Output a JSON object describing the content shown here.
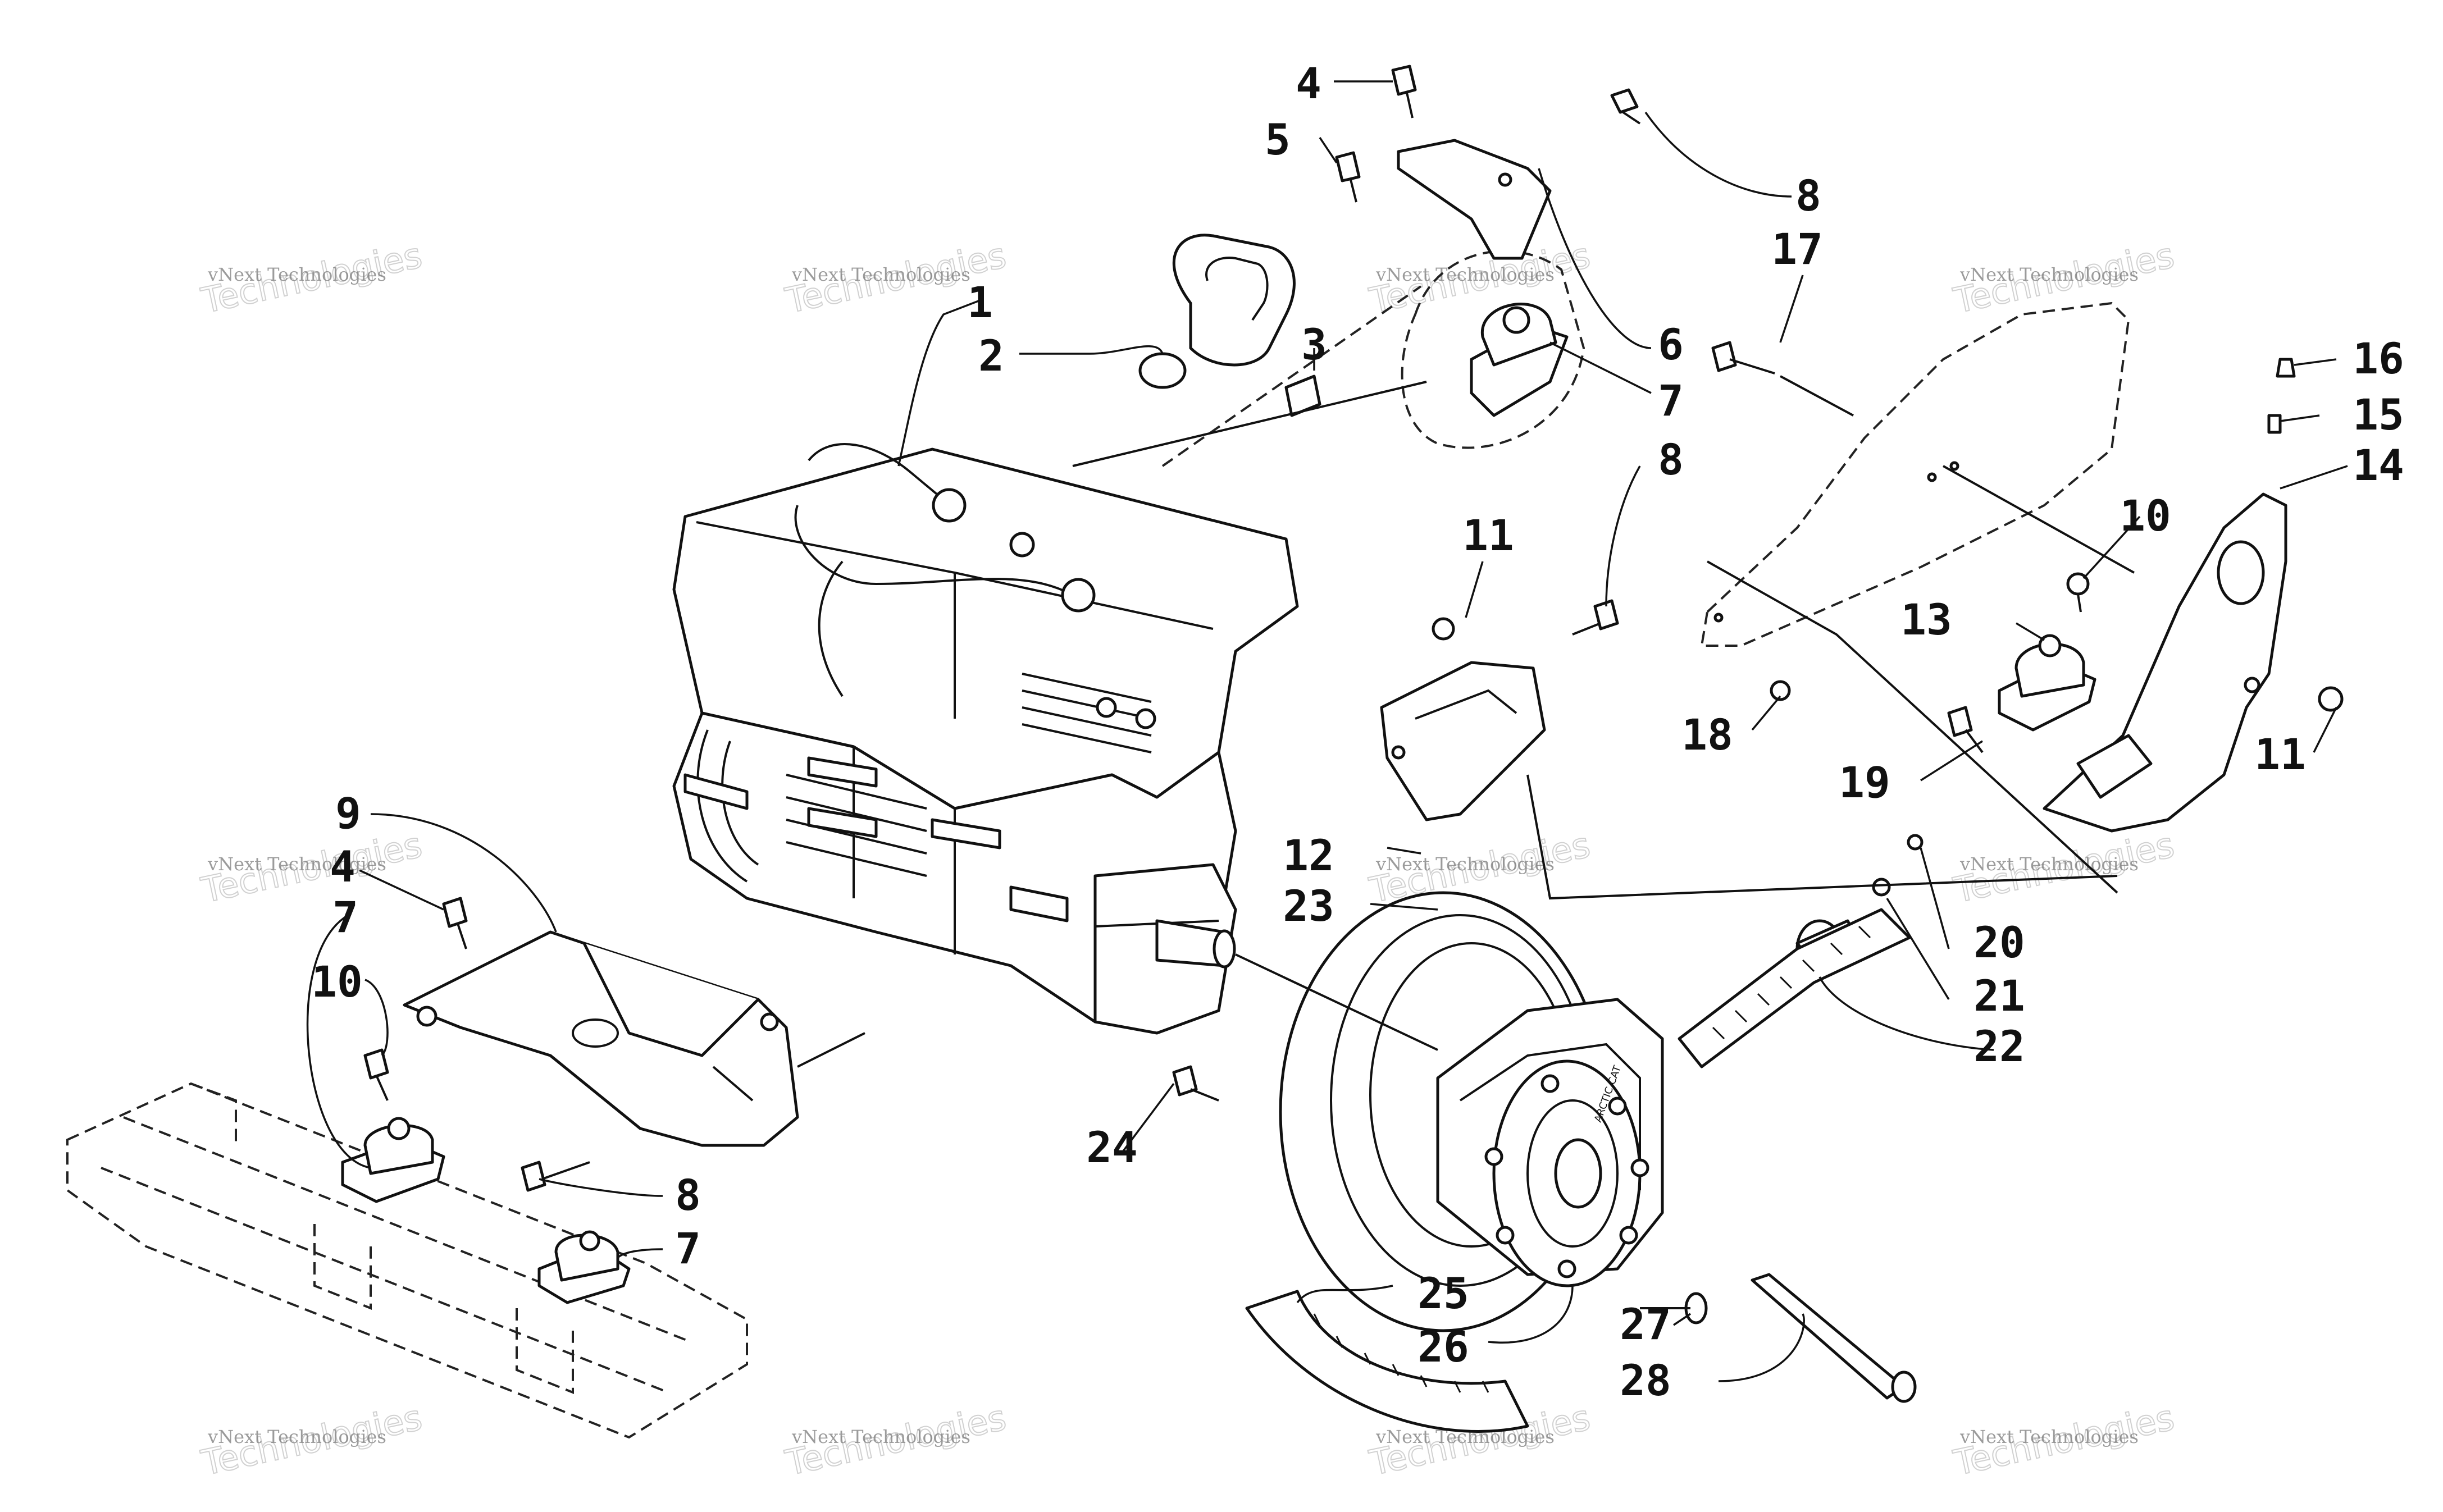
{
  "diagram": {
    "callouts": [
      {
        "id": "c1",
        "label": "1"
      },
      {
        "id": "c2",
        "label": "2"
      },
      {
        "id": "c3",
        "label": "3"
      },
      {
        "id": "c4a",
        "label": "4"
      },
      {
        "id": "c4b",
        "label": "4"
      },
      {
        "id": "c5",
        "label": "5"
      },
      {
        "id": "c6",
        "label": "6"
      },
      {
        "id": "c7a",
        "label": "7"
      },
      {
        "id": "c7b",
        "label": "7"
      },
      {
        "id": "c7c",
        "label": "7"
      },
      {
        "id": "c8a",
        "label": "8"
      },
      {
        "id": "c8b",
        "label": "8"
      },
      {
        "id": "c8c",
        "label": "8"
      },
      {
        "id": "c9",
        "label": "9"
      },
      {
        "id": "c10a",
        "label": "10"
      },
      {
        "id": "c10b",
        "label": "10"
      },
      {
        "id": "c11a",
        "label": "11"
      },
      {
        "id": "c11b",
        "label": "11"
      },
      {
        "id": "c12",
        "label": "12"
      },
      {
        "id": "c13",
        "label": "13"
      },
      {
        "id": "c14",
        "label": "14"
      },
      {
        "id": "c15",
        "label": "15"
      },
      {
        "id": "c16",
        "label": "16"
      },
      {
        "id": "c17",
        "label": "17"
      },
      {
        "id": "c18",
        "label": "18"
      },
      {
        "id": "c19",
        "label": "19"
      },
      {
        "id": "c20",
        "label": "20"
      },
      {
        "id": "c21",
        "label": "21"
      },
      {
        "id": "c22",
        "label": "22"
      },
      {
        "id": "c23",
        "label": "23"
      },
      {
        "id": "c24",
        "label": "24"
      },
      {
        "id": "c25",
        "label": "25"
      },
      {
        "id": "c26",
        "label": "26"
      },
      {
        "id": "c27",
        "label": "27"
      },
      {
        "id": "c28",
        "label": "28"
      }
    ]
  },
  "watermark": {
    "small": "vNext Technologies",
    "big": "Technologies",
    "top": "vNext"
  },
  "drive_pulley_logo": "ARCTIC CAT"
}
